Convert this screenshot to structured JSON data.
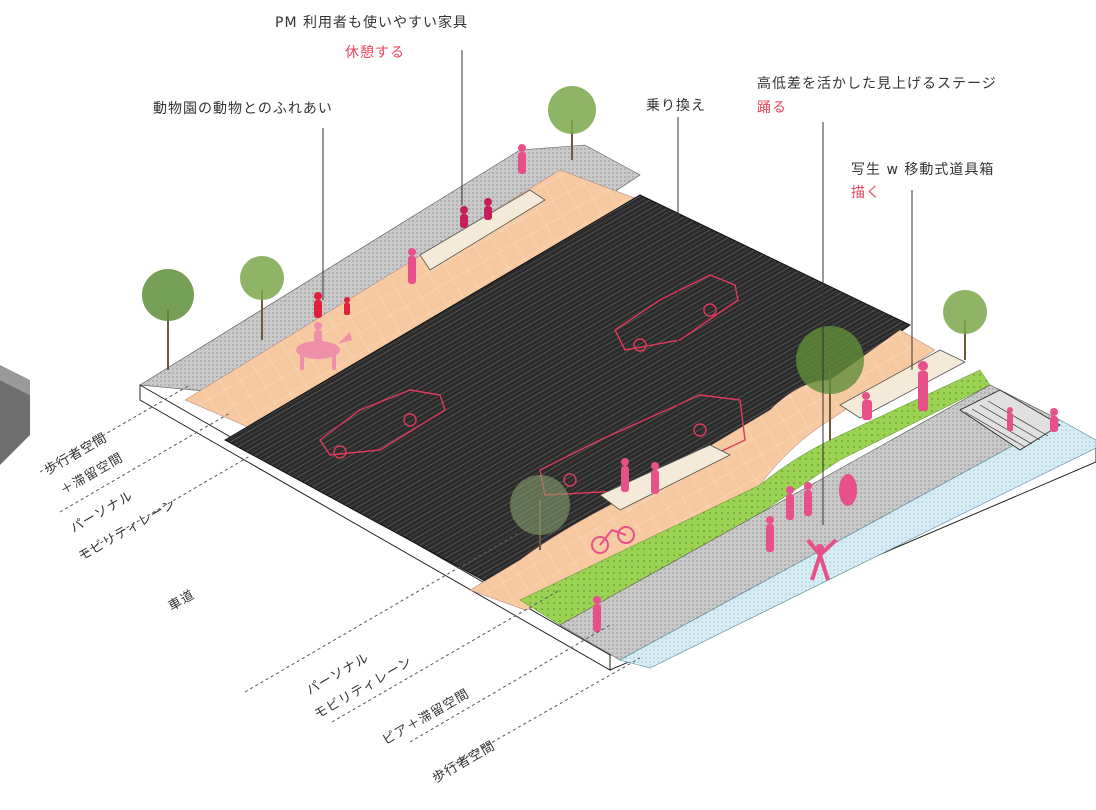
{
  "colors": {
    "accent_red": "#e8465a",
    "figure_pink": "#e8508a",
    "road_dark": "#2a2a2a",
    "sidewalk_orange": "#f6c7a0",
    "pavement_gray": "#bdbdbd",
    "grass_green": "#8fcf4a",
    "water_blue": "#cfe6ef"
  },
  "callouts": [
    {
      "id": "pm_furniture",
      "title": "PM 利用者も使いやすい家具",
      "action": "休憩する"
    },
    {
      "id": "zoo",
      "title": "動物園の動物とのふれあい",
      "action": ""
    },
    {
      "id": "transfer",
      "title": "乗り換え",
      "action": ""
    },
    {
      "id": "stage",
      "title": "高低差を活かした見上げるステージ",
      "action": "踊る"
    },
    {
      "id": "sketch",
      "title": "写生 w 移動式道具箱",
      "action": "描く"
    }
  ],
  "zone_labels_left": {
    "l1": "歩行者空間",
    "l2": "＋滞留空間",
    "l3": "パーソナル",
    "l4": "モビリティレーン",
    "road": "車道"
  },
  "zone_labels_right": {
    "r1": "パーソナル",
    "r2": "モビリティレーン",
    "r3": "ピア＋滞留空間",
    "r4": "歩行者空間"
  },
  "icons": [
    "tree-icon",
    "person-icon",
    "horse-rider-icon",
    "car-outline-icon",
    "bench-icon",
    "bicycle-icon",
    "stairs-icon"
  ]
}
